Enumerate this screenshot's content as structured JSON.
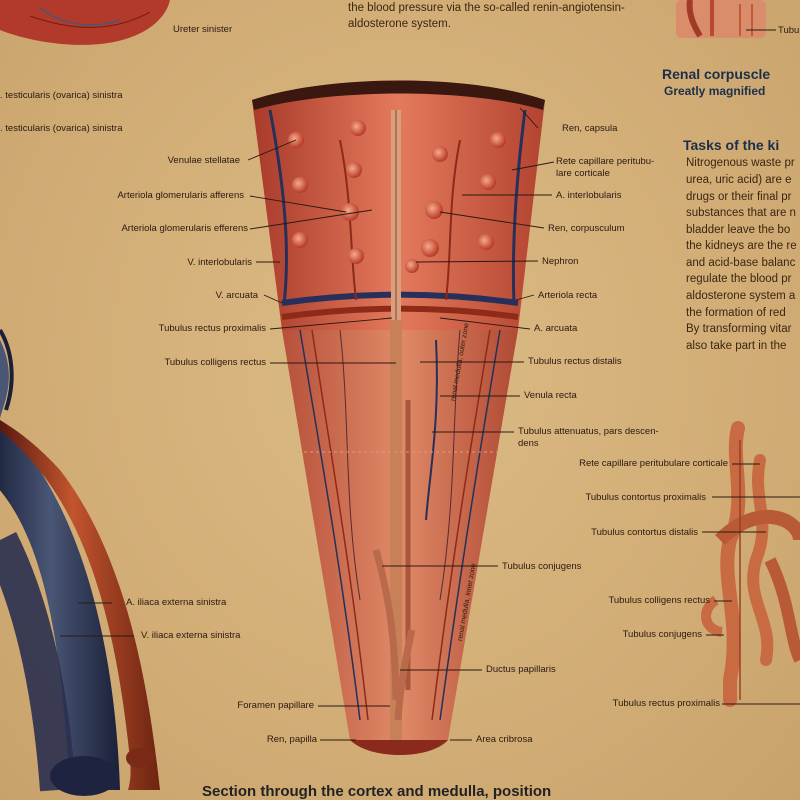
{
  "top_text": {
    "line1": "the blood pressure via the so-called renin-angiotensin-",
    "line2": "aldosterone system.",
    "ureter": "Ureter sinister",
    "vessel1": ". testicularis (ovarica) sinistra",
    "vessel2": ". testicularis (ovarica) sinistra",
    "tub_top": "Tubu"
  },
  "renal_corpuscle": {
    "title": "Renal corpuscle",
    "subtitle": "Greatly magnified"
  },
  "tasks": {
    "title": "Tasks of the ki",
    "lines": [
      "Nitrogenous waste pr",
      "urea, uric acid) are e",
      "drugs or their final pr",
      "substances that are n",
      "bladder leave the bo",
      "the kidneys are the re",
      "and acid-base balanc",
      "regulate the blood pr",
      "aldosterone system a",
      "the formation of red",
      "By transforming vitar",
      "also take part in the"
    ]
  },
  "left_labels": [
    "Venulae stellatae",
    "Arteriola glomerularis afferens",
    "Arteriola glomerularis efferens",
    "V. interlobularis",
    "V. arcuata",
    "Tubulus rectus proximalis",
    "Tubulus colligens rectus"
  ],
  "right_labels": [
    "Ren, capsula",
    "Rete capillare peritubu-",
    "lare corticale",
    "A. interlobularis",
    "Ren, corpusculum",
    "Nephron",
    "Arteriola recta",
    "A. arcuata",
    "Tubulus rectus distalis",
    "Venula  recta",
    "Tubulus attenuatus, pars descen-",
    "dens",
    "Tubulus conjugens",
    "Ductus papillaris",
    "Area cribrosa"
  ],
  "bottom_left_labels": [
    "Foramen papillare",
    "Ren, papilla"
  ],
  "iliac_labels": [
    "A. iliaca externa sinistra",
    "V. iliaca externa sinistra"
  ],
  "far_right_labels": [
    "Rete capillare peritubulare corticale",
    "Tubulus contortus proximalis",
    "Tubulus contortus distalis",
    "Tubulus colligens rectus",
    "Tubulus conjugens",
    "Tubulus rectus proximalis"
  ],
  "zone_labels": [
    "renal medulla, outer zone",
    "renal medulla, inner zone"
  ],
  "caption": "Section through the cortex and medulla, position"
}
